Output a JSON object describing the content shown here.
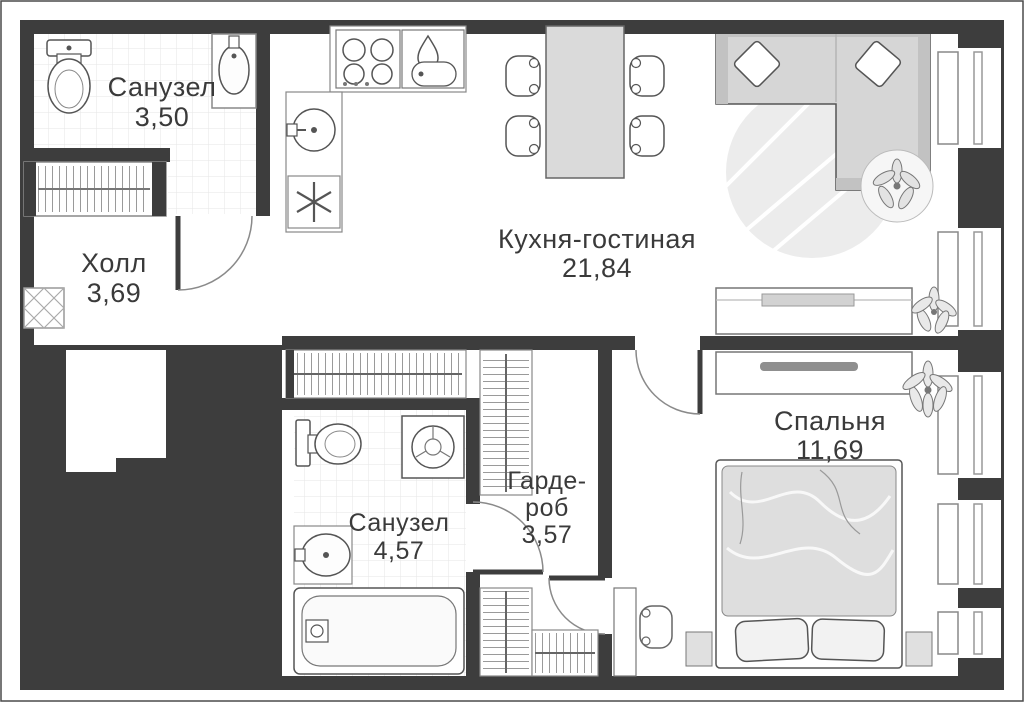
{
  "meta": {
    "type": "apartment-floor-plan",
    "language": "ru"
  },
  "palette": {
    "wall": "#3d3d3d",
    "floor": "#ffffff",
    "furniture": "#d6d6d6",
    "tile_line": "#e6e6e6",
    "text": "#3a3a3a"
  },
  "rooms": {
    "bathroom1": {
      "name": "Санузел",
      "area": "3,50"
    },
    "hall": {
      "name": "Холл",
      "area": "3,69"
    },
    "kitchen_living": {
      "name": "Кухня-гостиная",
      "area": "21,84"
    },
    "wardrobe": {
      "name_line1": "Гарде-",
      "name_line2": "роб",
      "area": "3,57"
    },
    "bathroom2": {
      "name": "Санузел",
      "area": "4,57"
    },
    "bedroom": {
      "name": "Спальня",
      "area": "11,69"
    }
  },
  "fixtures": [
    "toilet-icon",
    "vanity-sink-icon",
    "cooktop-icon",
    "kitchen-sink-icon",
    "snowflake-icon",
    "dining-table",
    "chair-icon",
    "corner-sofa",
    "pillow",
    "rug",
    "plant-icon",
    "tv-console",
    "dresser",
    "wardrobe-rail",
    "washing-machine-icon",
    "bathtub",
    "bed",
    "nightstand",
    "doormat",
    "door-arc",
    "window-sill",
    "desk",
    "desk-chair"
  ]
}
